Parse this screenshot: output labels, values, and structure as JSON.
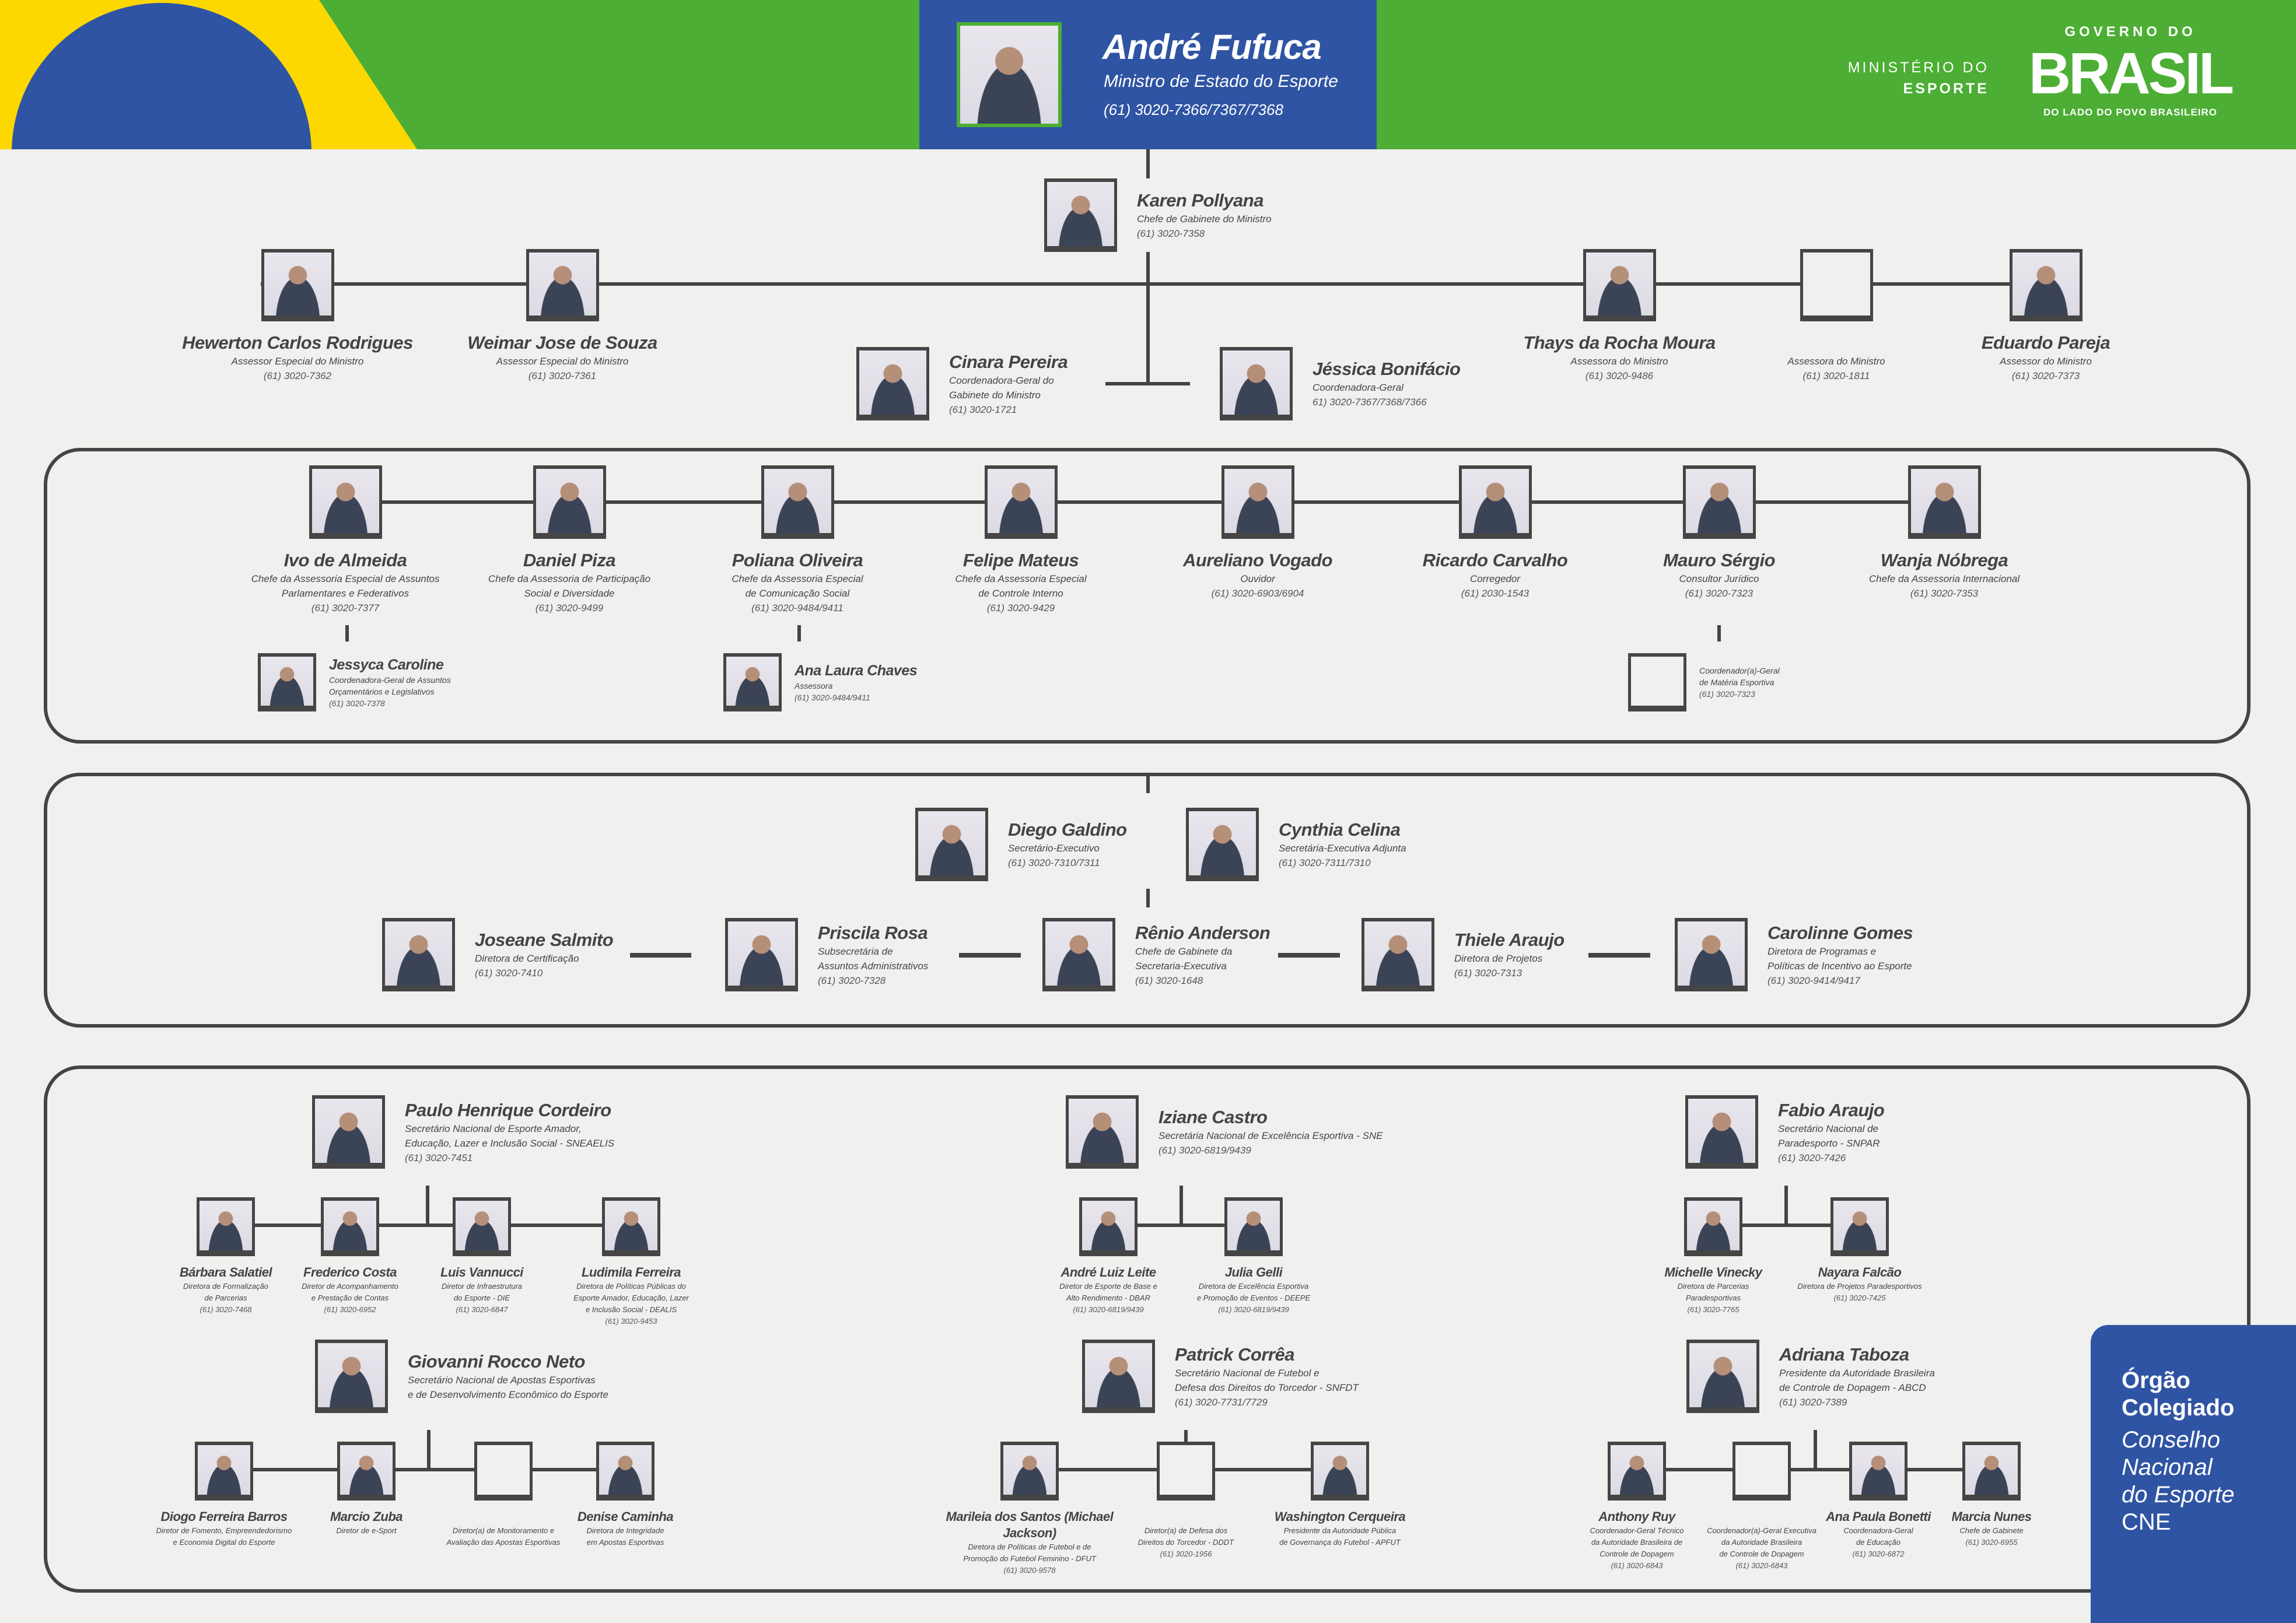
{
  "colors": {
    "green": "#4cae34",
    "blue": "#2f54a3",
    "yellow": "#fdd800",
    "ink": "#444444"
  },
  "header": {
    "ministry": [
      "MINISTÉRIO DO",
      "ESPORTE"
    ],
    "logo": {
      "top": "GOVERNO DO",
      "word": "BRASIL",
      "tagline": "DO LADO DO POVO BRASILEIRO"
    }
  },
  "minister": {
    "name": "André Fufuca",
    "title": [
      "Ministro de Estado do Esporte"
    ],
    "phone": "(61) 3020-7366/7367/7368"
  },
  "gabinete": {
    "chief": {
      "name": "Karen Pollyana",
      "title": [
        "Chefe de Gabinete do Ministro"
      ],
      "phone": "(61) 3020-7358"
    }
  },
  "advisors": [
    {
      "name": "Hewerton Carlos Rodrigues",
      "title": [
        "Assessor Especial do Ministro"
      ],
      "phone": "(61) 3020-7362"
    },
    {
      "name": "Weimar Jose de Souza",
      "title": [
        "Assessor Especial do Ministro"
      ],
      "phone": "(61) 3020-7361"
    },
    {
      "name": "Thays da Rocha Moura",
      "title": [
        "Assessora do Ministro"
      ],
      "phone": "(61) 3020-9486"
    },
    {
      "title": [
        "Assessora do Ministro"
      ],
      "phone": "(61) 3020-1811",
      "vacant": true
    },
    {
      "name": "Eduardo Pareja",
      "title": [
        "Assessor do Ministro"
      ],
      "phone": "(61) 3020-7373"
    }
  ],
  "coordinators": [
    {
      "name": "Cinara Pereira",
      "title": [
        "Coordenadora-Geral do",
        "Gabinete do Ministro"
      ],
      "phone": "(61) 3020-1721"
    },
    {
      "name": "Jéssica Bonifácio",
      "title": [
        "Coordenadora-Geral"
      ],
      "phone": "61) 3020-7367/7368/7366"
    }
  ],
  "assessorias": {
    "items": [
      {
        "name": "Ivo de Almeida",
        "title": [
          "Chefe da Assessoria Especial de Assuntos",
          "Parlamentares e Federativos"
        ],
        "phone": "(61) 3020-7377"
      },
      {
        "name": "Daniel Piza",
        "title": [
          "Chefe da Assessoria de Participação",
          "Social e Diversidade"
        ],
        "phone": "(61) 3020-9499"
      },
      {
        "name": "Poliana Oliveira",
        "title": [
          "Chefe da Assessoria Especial",
          "de Comunicação Social"
        ],
        "phone": "(61) 3020-9484/9411"
      },
      {
        "name": "Felipe Mateus",
        "title": [
          "Chefe da Assessoria Especial",
          "de Controle Interno"
        ],
        "phone": "(61) 3020-9429"
      },
      {
        "name": "Aureliano Vogado",
        "title": [
          "Ouvidor"
        ],
        "phone": "(61) 3020-6903/6904"
      },
      {
        "name": "Ricardo Carvalho",
        "title": [
          "Corregedor"
        ],
        "phone": "(61) 2030-1543"
      },
      {
        "name": "Mauro Sérgio",
        "title": [
          "Consultor Jurídico"
        ],
        "phone": "(61) 3020-7323"
      },
      {
        "name": "Wanja Nóbrega",
        "title": [
          "Chefe da Assessoria Internacional"
        ],
        "phone": "(61) 3020-7353"
      }
    ],
    "subs": [
      {
        "name": "Jessyca Caroline",
        "title": [
          "Coordenadora-Geral de Assuntos",
          "Orçamentários e Legislativos"
        ],
        "phone": "(61) 3020-7378"
      },
      {
        "name": "Ana Laura Chaves",
        "title": [
          "Assessora"
        ],
        "phone": "(61) 3020-9484/9411"
      },
      {
        "title": [
          "Coordenador(a)-Geral",
          "de Matéria Esportiva"
        ],
        "phone": "(61) 3020-7323",
        "vacant": true
      }
    ]
  },
  "executive": [
    {
      "name": "Diego Galdino",
      "title": [
        "Secretário-Executivo"
      ],
      "phone": "(61) 3020-7310/7311"
    },
    {
      "name": "Cynthia Celina",
      "title": [
        "Secretária-Executiva Adjunta"
      ],
      "phone": "(61) 3020-7311/7310"
    }
  ],
  "executive_staff": [
    {
      "name": "Joseane Salmito",
      "title": [
        "Diretora de Certificação"
      ],
      "phone": "(61) 3020-7410"
    },
    {
      "name": "Priscila Rosa",
      "title": [
        "Subsecretária de",
        "Assuntos Administrativos"
      ],
      "phone": "(61) 3020-7328"
    },
    {
      "name": "Rênio Anderson",
      "title": [
        "Chefe de Gabinete da",
        "Secretaria-Executiva"
      ],
      "phone": "(61) 3020-1648"
    },
    {
      "name": "Thiele Araujo",
      "title": [
        "Diretora de Projetos"
      ],
      "phone": "(61) 3020-7313"
    },
    {
      "name": "Carolinne Gomes",
      "title": [
        "Diretora de Programas e",
        "Políticas de Incentivo ao Esporte"
      ],
      "phone": "(61) 3020-9414/9417"
    }
  ],
  "secretariats": [
    {
      "head": {
        "name": "Paulo Henrique Cordeiro",
        "title": [
          "Secretário Nacional de Esporte Amador,",
          "Educação, Lazer e Inclusão Social - SNEAELIS"
        ],
        "phone": "(61) 3020-7451"
      },
      "directors": [
        {
          "name": "Bárbara Salatiel",
          "title": [
            "Diretora de Formalização",
            "de Parcerias"
          ],
          "phone": "(61) 3020-7468"
        },
        {
          "name": "Frederico Costa",
          "title": [
            "Diretor de Acompanhamento",
            "e Prestação de Contas"
          ],
          "phone": "(61) 3020-6952"
        },
        {
          "name": "Luis Vannucci",
          "title": [
            "Diretor de Infraestrutura",
            "do Esporte - DIE"
          ],
          "phone": "(61) 3020-6847"
        },
        {
          "name": "Ludimila Ferreira",
          "title": [
            "Diretora de Políticas Públicas do",
            "Esporte Amador, Educação, Lazer",
            "e Inclusão Social - DEALIS"
          ],
          "phone": "(61) 3020-9453"
        }
      ]
    },
    {
      "head": {
        "name": "Iziane Castro",
        "title": [
          "Secretária Nacional de Excelência Esportiva - SNE"
        ],
        "phone": "(61) 3020-6819/9439"
      },
      "directors": [
        {
          "name": "André Luiz Leite",
          "title": [
            "Diretor de Esporte de Base e",
            "Alto Rendimento - DBAR"
          ],
          "phone": "(61) 3020-6819/9439"
        },
        {
          "name": "Julia Gelli",
          "title": [
            "Diretora de Excelência Esportiva",
            "e Promoção de Eventos - DEEPE"
          ],
          "phone": "(61) 3020-6819/9439"
        }
      ]
    },
    {
      "head": {
        "name": "Fabio Araujo",
        "title": [
          "Secretário Nacional de",
          "Paradesporto - SNPAR"
        ],
        "phone": "(61) 3020-7426"
      },
      "directors": [
        {
          "name": "Michelle Vinecky",
          "title": [
            "Diretora de Parcerias",
            "Paradesportivas"
          ],
          "phone": "(61) 3020-7765"
        },
        {
          "name": "Nayara Falcão",
          "title": [
            "Diretora de Projetos Paradesportivos"
          ],
          "phone": "(61) 3020-7425"
        }
      ]
    },
    {
      "head": {
        "name": "Giovanni Rocco Neto",
        "title": [
          "Secretário Nacional de Apostas Esportivas",
          "e de Desenvolvimento Econômico do Esporte"
        ]
      },
      "directors": [
        {
          "name": "Diogo Ferreira Barros",
          "title": [
            "Diretor de Fomento, Empreendedorismo",
            "e Economia Digital do Esporte"
          ]
        },
        {
          "name": "Marcio Zuba",
          "title": [
            "Diretor de e-Sport"
          ]
        },
        {
          "title": [
            "Diretor(a) de Monitoramento e",
            "Avaliação das Apostas Esportivas"
          ],
          "vacant": true
        },
        {
          "name": "Denise Caminha",
          "title": [
            "Diretora de Integridade",
            "em Apostas Esportivas"
          ]
        }
      ]
    },
    {
      "head": {
        "name": "Patrick Corrêa",
        "title": [
          "Secretário Nacional de Futebol e",
          "Defesa dos Direitos do Torcedor - SNFDT"
        ],
        "phone": "(61) 3020-7731/7729"
      },
      "directors": [
        {
          "name": "Marileia dos Santos (Michael Jackson)",
          "title": [
            "Diretora de Políticas de Futebol e de",
            "Promoção do Futebol Feminino - DFUT"
          ],
          "phone": "(61) 3020-9578"
        },
        {
          "title": [
            "Diretor(a) de Defesa dos",
            "Direitos do Torcedor - DDDT"
          ],
          "phone": "(61) 3020-1956",
          "vacant": true
        },
        {
          "name": "Washington Cerqueira",
          "title": [
            "Presidente da Autoridade Pública",
            "de Governança do Futebol - APFUT"
          ]
        }
      ]
    },
    {
      "head": {
        "name": "Adriana Taboza",
        "title": [
          "Presidente da Autoridade Brasileira",
          "de Controle de Dopagem - ABCD"
        ],
        "phone": "(61) 3020-7389"
      },
      "directors": [
        {
          "name": "Anthony Ruy",
          "title": [
            "Coordenador-Geral Técnico",
            "da Autoridade Brasileira de",
            "Controle de Dopagem"
          ],
          "phone": "(61) 3020-6843"
        },
        {
          "title": [
            "Coordenador(a)-Geral Executiva",
            "da Autoridade Brasileira",
            "de Controle de Dopagem"
          ],
          "phone": "(61) 3020-6843",
          "vacant": true
        },
        {
          "name": "Ana Paula Bonetti",
          "title": [
            "Coordenadora-Geral",
            "de Educação"
          ],
          "phone": "(61) 3020-6872"
        },
        {
          "name": "Marcia Nunes",
          "title": [
            "Chefe de Gabinete"
          ],
          "phone": "(61) 3020-6955"
        }
      ]
    }
  ],
  "council": {
    "label": [
      "Órgão",
      "Colegiado"
    ],
    "name": [
      "Conselho",
      "Nacional",
      "do Esporte"
    ],
    "acronym": "CNE"
  }
}
